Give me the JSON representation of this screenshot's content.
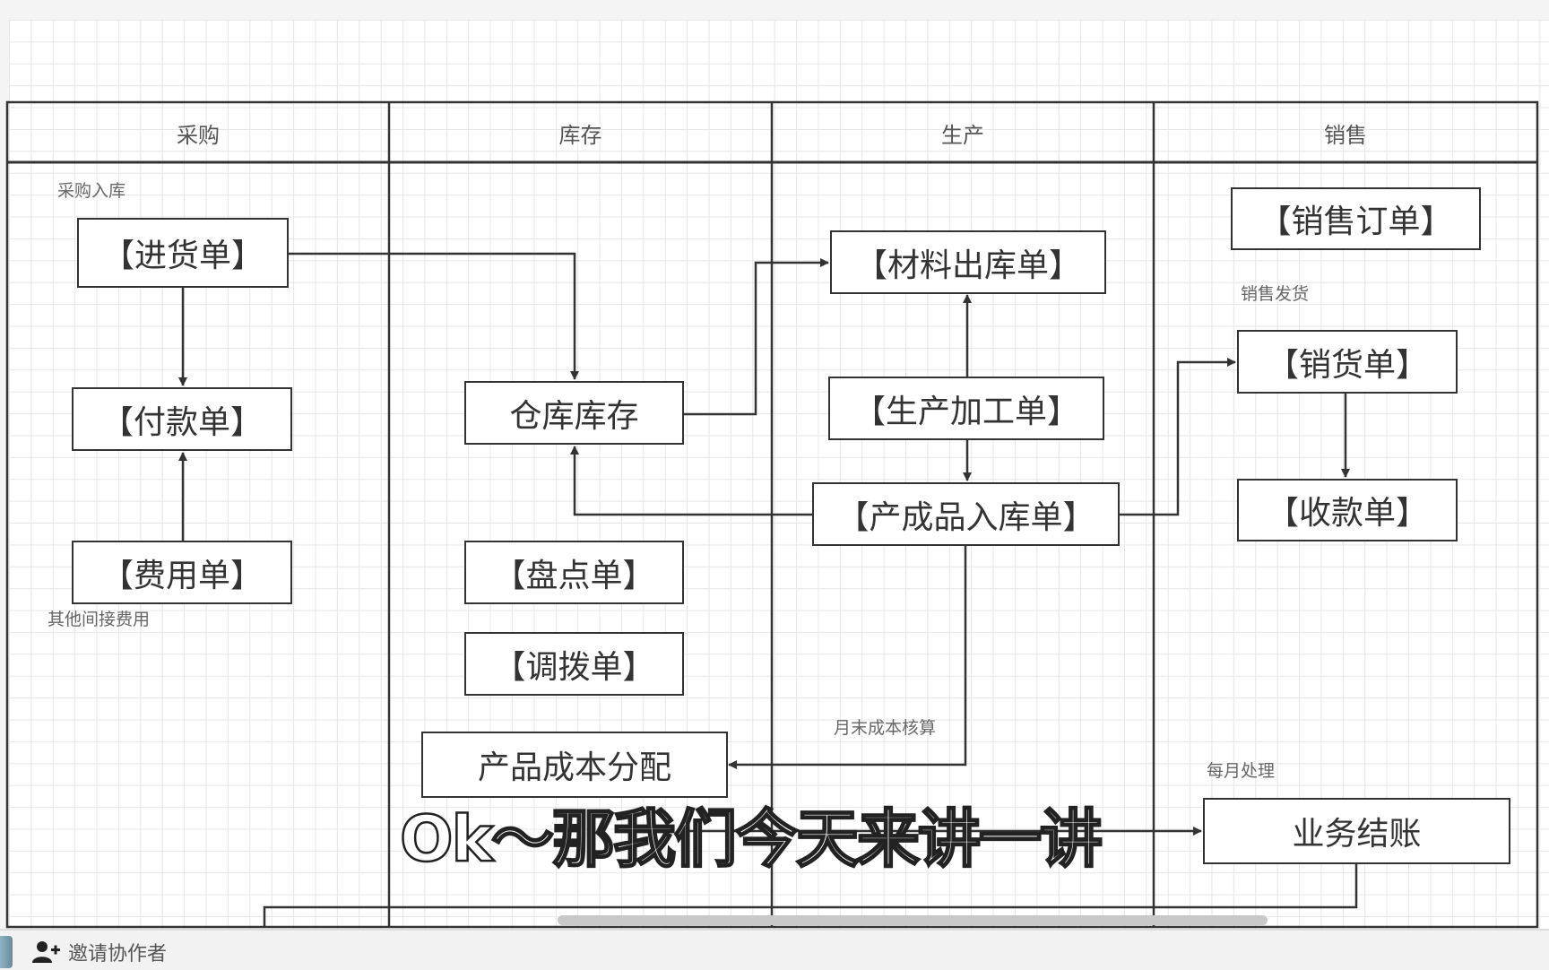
{
  "diagram": {
    "lanes": [
      {
        "title": "采购"
      },
      {
        "title": "库存"
      },
      {
        "title": "生产"
      },
      {
        "title": "销售"
      }
    ],
    "nodes": {
      "purchase_receipt": "【进货单】",
      "payment": "【付款单】",
      "expense": "【费用单】",
      "warehouse_stock": "仓库库存",
      "stocktake": "【盘点单】",
      "transfer": "【调拨单】",
      "cost_allocation": "产品成本分配",
      "material_issue": "【材料出库单】",
      "production_order": "【生产加工单】",
      "finished_goods_receipt": "【产成品入库单】",
      "sales_order": "【销售订单】",
      "sales_delivery": "【销货单】",
      "collection": "【收款单】",
      "period_close": "业务结账"
    },
    "notes": {
      "purchase_inbound": "采购入库",
      "other_indirect_costs": "其他间接费用",
      "month_end_costing": "月末成本核算",
      "sales_shipping": "销售发货",
      "monthly_processing": "每月处理"
    }
  },
  "subtitle": "Ok～那我们今天来讲一讲",
  "bottom_bar": {
    "invite_label": "邀请协作者",
    "invite_icon": "add-user-icon"
  },
  "colors": {
    "line": "#333333",
    "grid": "#e6e6e6"
  }
}
